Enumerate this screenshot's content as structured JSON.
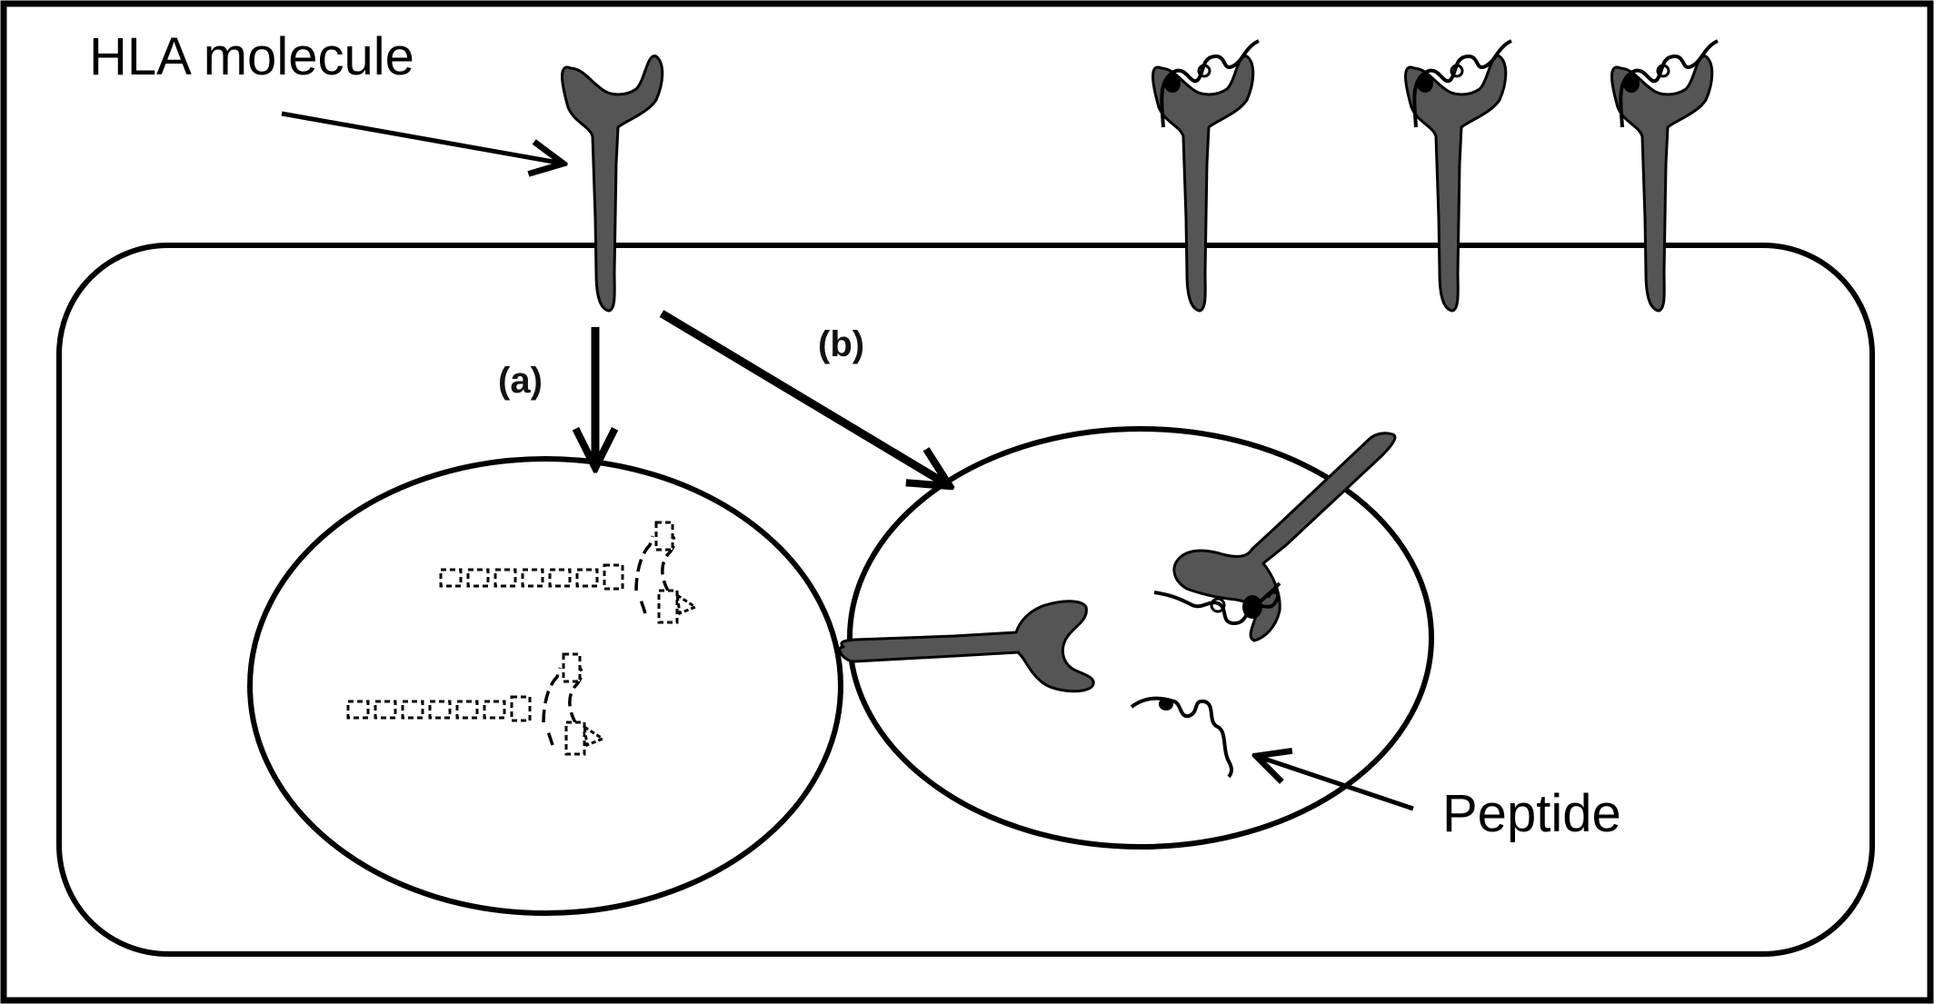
{
  "labels": {
    "hla_molecule": "HLA molecule",
    "peptide": "Peptide",
    "pathway_a": "(a)",
    "pathway_b": "(b)"
  },
  "colors": {
    "hla_fill": "#555555",
    "stroke": "#000000",
    "background": "#ffffff"
  }
}
